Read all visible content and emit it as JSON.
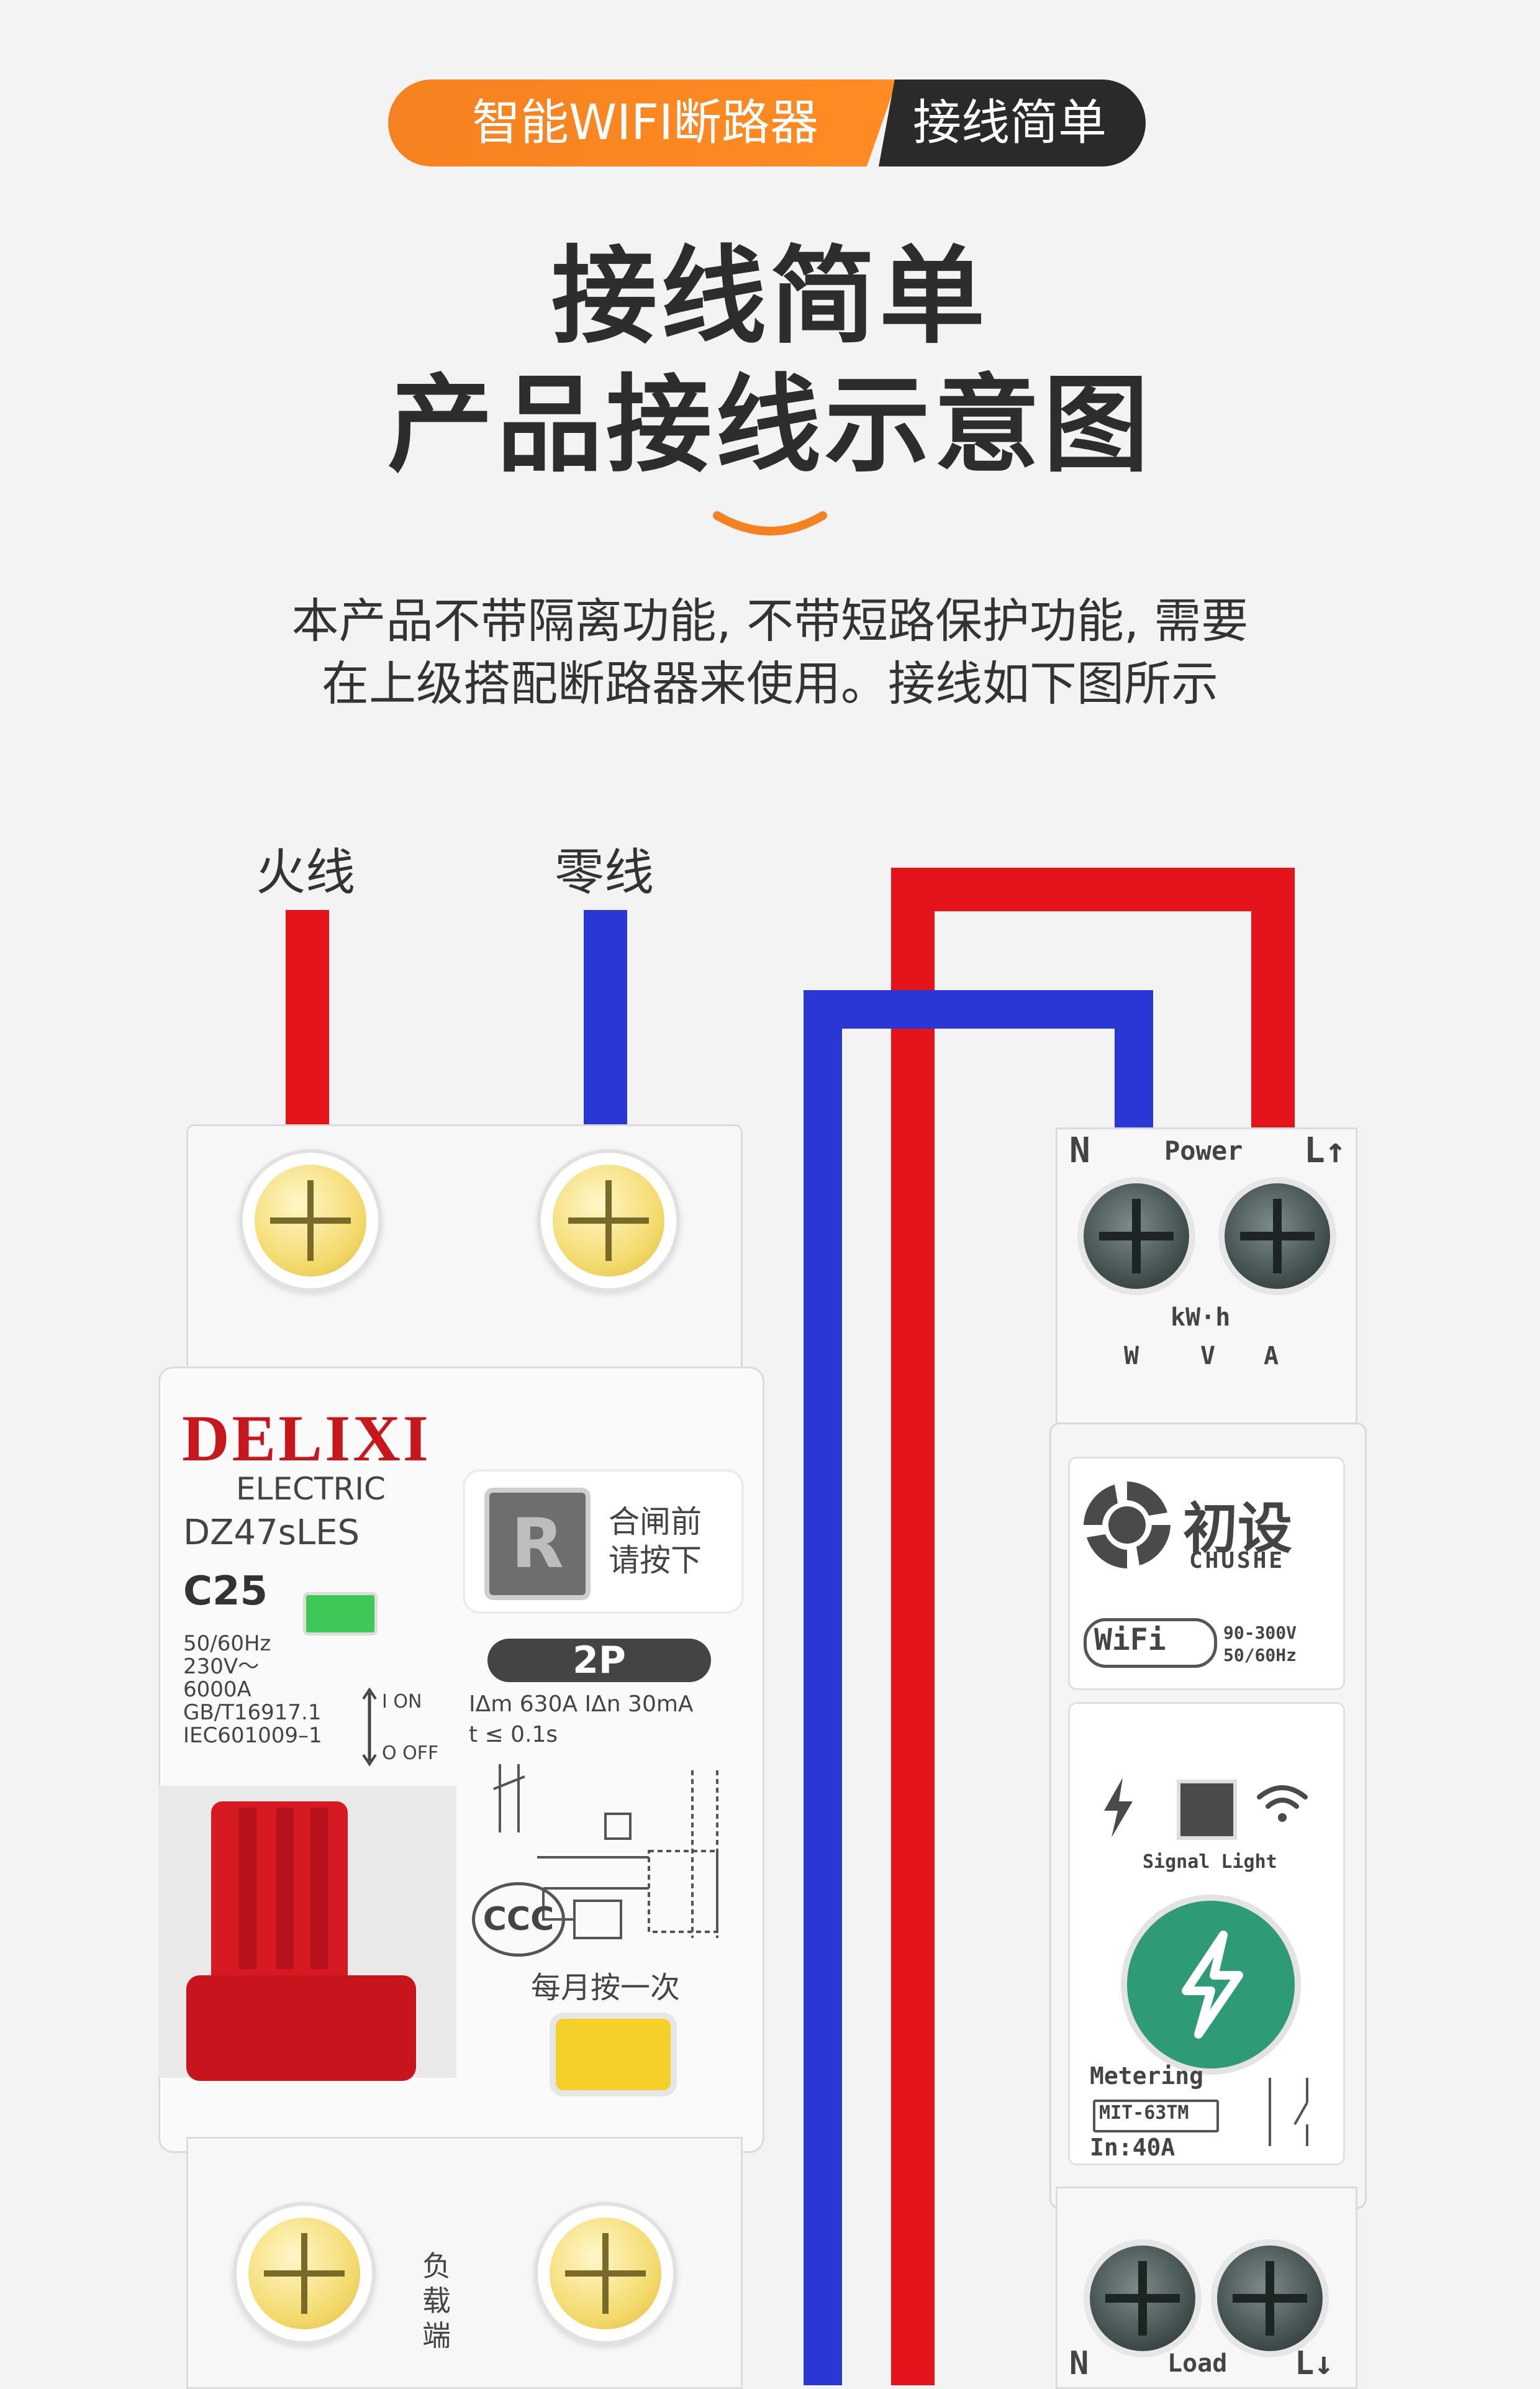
{
  "header": {
    "pill_left": "智能WIFI断路器",
    "pill_right": "接线简单",
    "title_line1": "接线简单",
    "title_line2": "产品接线示意图",
    "desc_line1": "本产品不带隔离功能, 不带短路保护功能, 需要",
    "desc_line2": "在上级搭配断路器来使用。接线如下图所示"
  },
  "wires": {
    "live_label": "火线",
    "neutral_label": "零线",
    "live_color": "#e4141b",
    "neutral_color": "#2b37d4"
  },
  "breaker": {
    "brand": "DELIXI",
    "sub_brand": "ELECTRIC",
    "model": "DZ47sLES",
    "rating": "C25",
    "specs": [
      "50/60Hz",
      "230V～",
      "6000A",
      "GB/T16917.1",
      "IEC601009–1"
    ],
    "on_label": "I ON",
    "off_label": "O OFF",
    "reset_key": "R",
    "reset_note_line1": "合闸前",
    "reset_note_line2": "请按下",
    "poles": "2P",
    "leakage_spec": "IΔm 630A  IΔn  30mA",
    "trip_time": "t ≤ 0.1s",
    "ccc_mark": "CCC",
    "test_note": "每月按一次",
    "load_label": "负载端"
  },
  "module": {
    "top_n": "N",
    "top_power": "Power",
    "top_l": "L↑",
    "kwh": "kW·h",
    "units": [
      "W",
      "V",
      "A"
    ],
    "brand_cn": "初设",
    "brand_en": "CHUSHE",
    "wifi_badge": "WiFi",
    "voltage_range": "90-300V",
    "frequency": "50/60Hz",
    "signal_label": "Signal Light",
    "metering_label": "Metering",
    "model": "MIT-63TM",
    "current": "In:40A",
    "bottom_n": "N",
    "bottom_load": "Load",
    "bottom_l": "L↓",
    "accent_green": "#2e9a78",
    "brand_orange": "#f58220"
  }
}
